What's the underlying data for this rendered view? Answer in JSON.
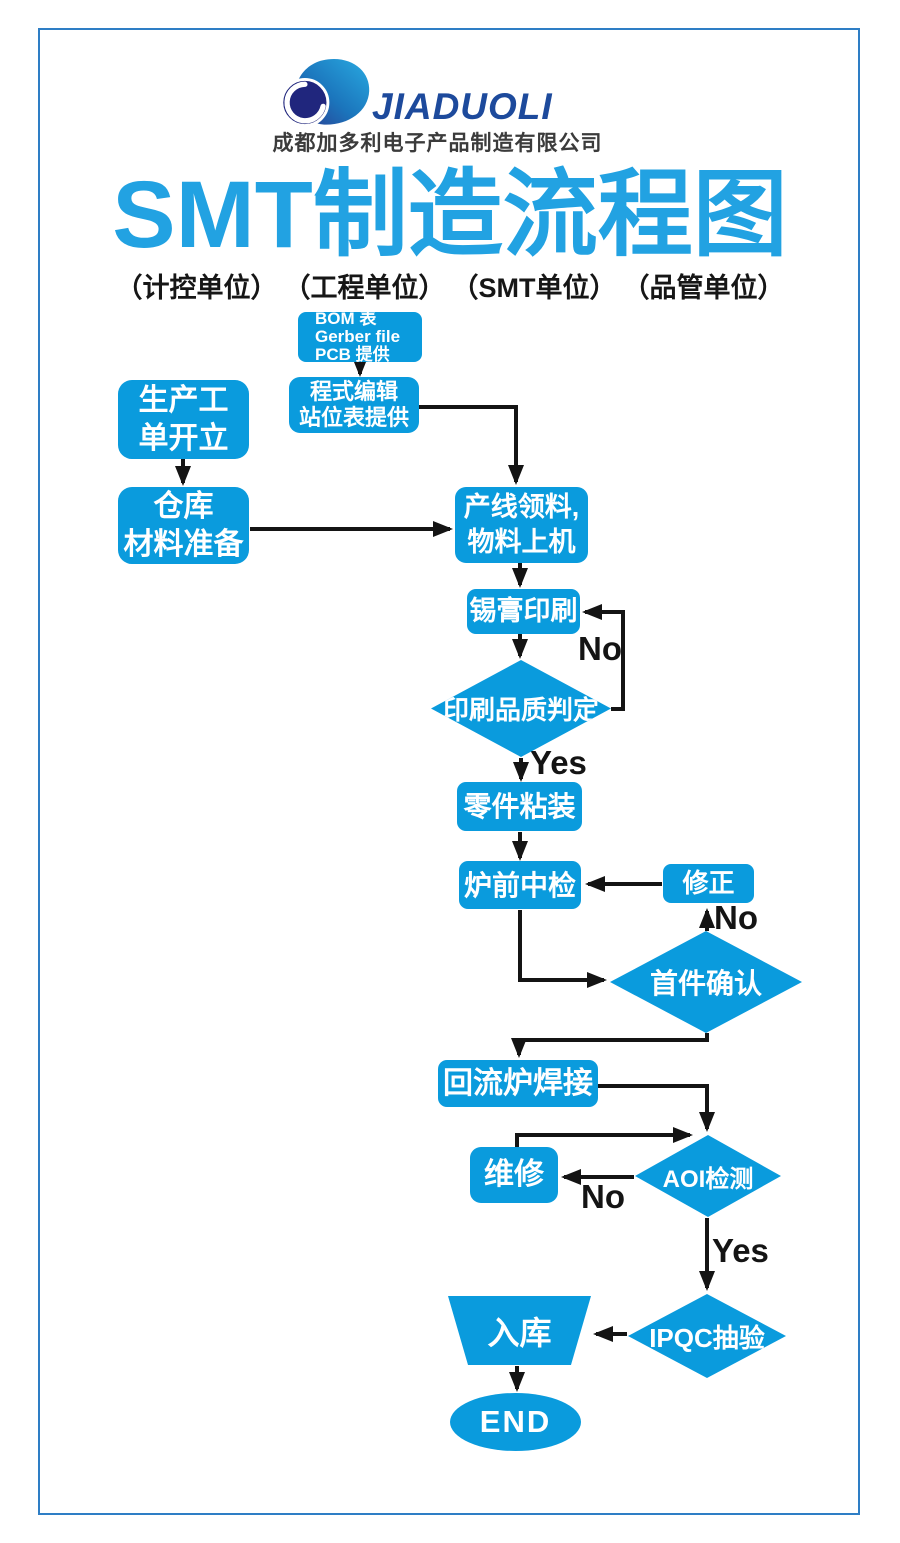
{
  "page": {
    "background": "#ffffff",
    "frame_color": "#2e7ec5"
  },
  "colors": {
    "node_blue": "#0a9bdd",
    "title_blue": "#22a2e2",
    "frame_blue": "#2e7ec5",
    "line_black": "#141414",
    "wordmark_blue": "#1d4a9c",
    "company_gray": "#3b3b3b"
  },
  "logo": {
    "wordmark": "JIADUOLI",
    "company_name": "成都加多利电子产品制造有限公司"
  },
  "header": {
    "title": "SMT制造流程图",
    "units": [
      "（计控单位）",
      "（工程单位）",
      "（SMT单位）",
      "（品管单位）"
    ]
  },
  "flow": {
    "bom": {
      "line1": "BOM 表",
      "line2": "Gerber file",
      "line3": "PCB 提供"
    },
    "program": {
      "line1": "程式编辑",
      "line2": "站位表提供"
    },
    "work_order": {
      "line1": "生产工",
      "line2": "单开立"
    },
    "warehouse": {
      "line1": "仓库",
      "line2": "材料准备"
    },
    "line_material": {
      "line1": "产线领料,",
      "line2": "物料上机"
    },
    "solder_print": {
      "label": "锡膏印刷"
    },
    "print_quality": {
      "label": "印刷品质判定",
      "no": "No",
      "yes": "Yes"
    },
    "placement": {
      "label": "零件粘装"
    },
    "pre_oven": {
      "label": "炉前中检"
    },
    "correction": {
      "label": "修正"
    },
    "first_article": {
      "label": "首件确认",
      "no": "No"
    },
    "reflow": {
      "label": "回流炉焊接"
    },
    "repair": {
      "label": "维修"
    },
    "aoi": {
      "label": "AOI检测",
      "no": "No",
      "yes": "Yes"
    },
    "ipqc": {
      "label": "IPQC抽验"
    },
    "stock_in": {
      "label": "入库"
    },
    "end": {
      "label": "END"
    }
  }
}
